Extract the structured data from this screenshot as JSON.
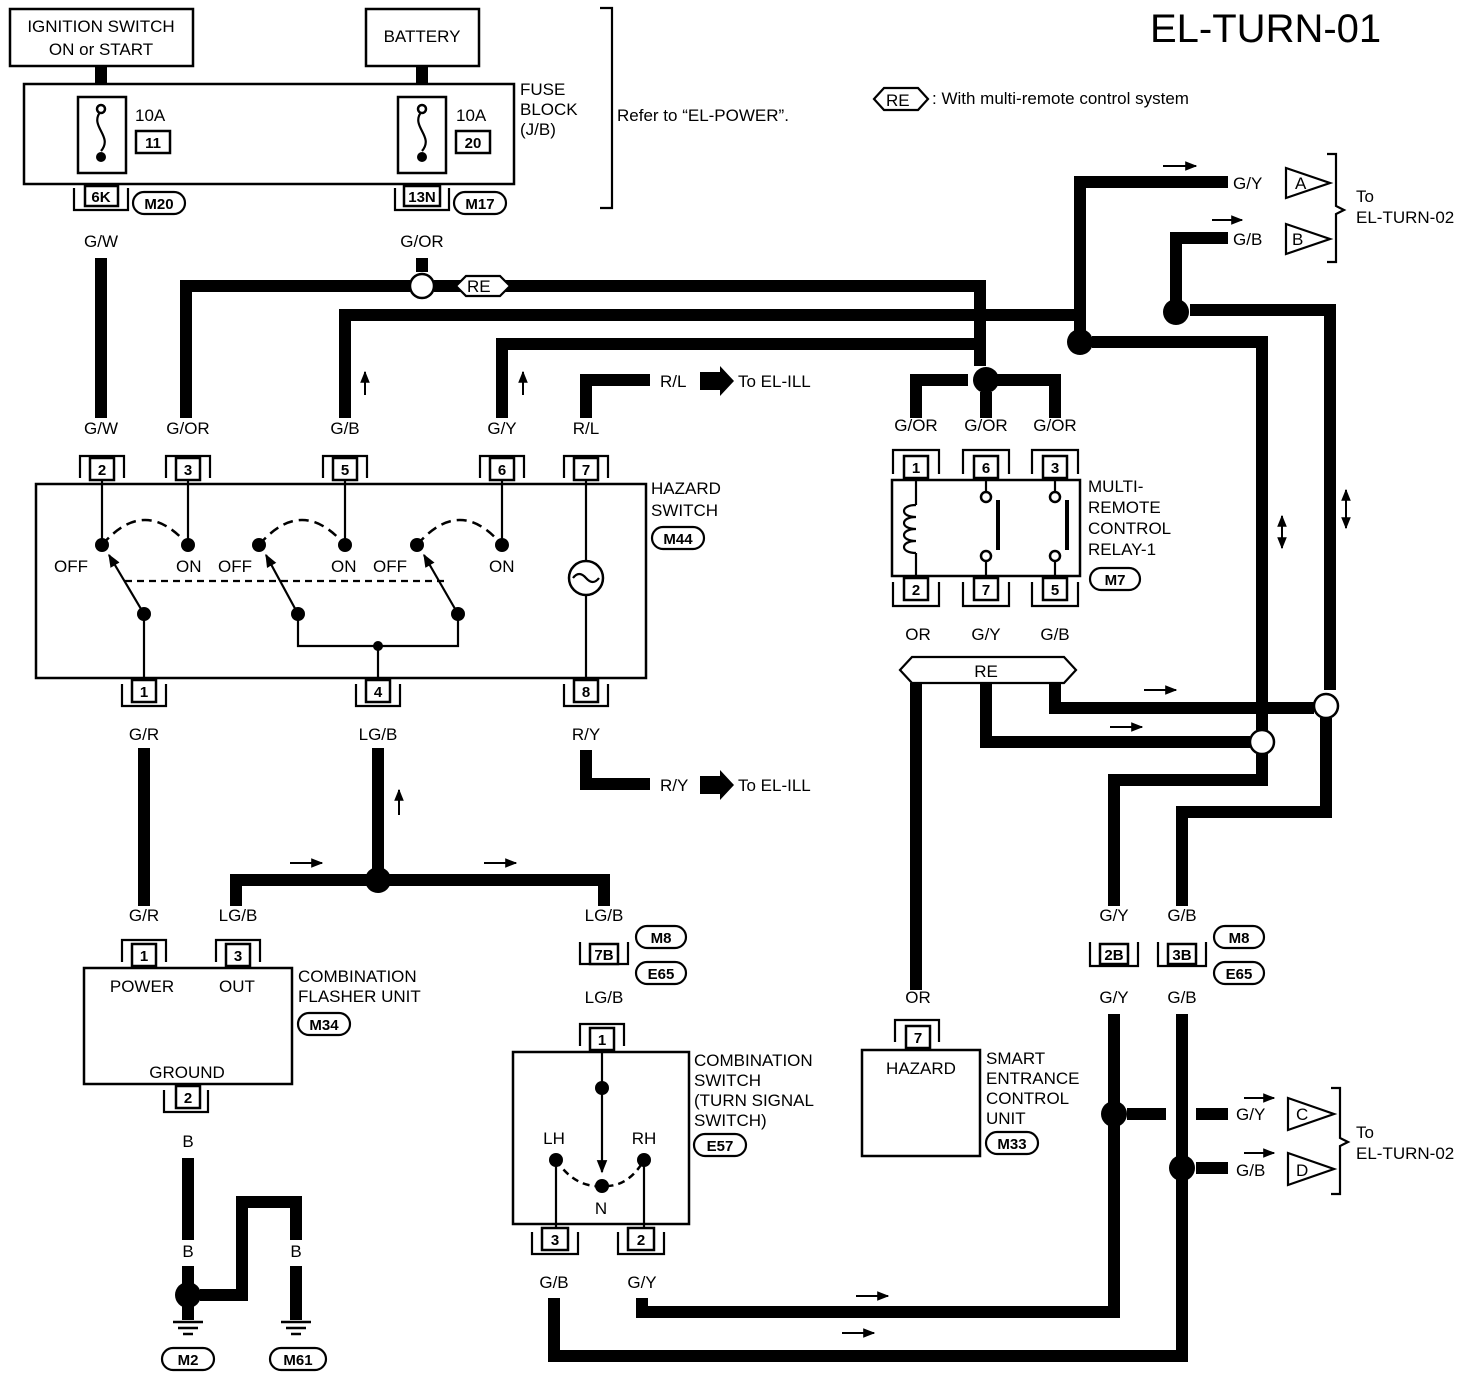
{
  "title": "EL-TURN-01",
  "legend": {
    "tag": "RE",
    "text": ": With multi-remote control system"
  },
  "power": {
    "ignition": [
      "IGNITION SWITCH",
      "ON or START"
    ],
    "battery": "BATTERY"
  },
  "fuse_block": {
    "label": [
      "FUSE",
      "BLOCK",
      "(J/B)"
    ],
    "refer": "Refer to “EL-POWER”.",
    "fuse1": {
      "amps": "10A",
      "num": "11",
      "conn": "6K",
      "ref": "M20",
      "wire": "G/W"
    },
    "fuse2": {
      "amps": "10A",
      "num": "20",
      "conn": "13N",
      "ref": "M17",
      "wire": "G/OR"
    }
  },
  "hazard_switch": {
    "label": [
      "HAZARD",
      "SWITCH"
    ],
    "ref": "M44",
    "top_pins": [
      {
        "pin": "2",
        "wire": "G/W"
      },
      {
        "pin": "3",
        "wire": "G/OR"
      },
      {
        "pin": "5",
        "wire": "G/B"
      },
      {
        "pin": "6",
        "wire": "G/Y"
      },
      {
        "pin": "7",
        "wire": "R/L"
      }
    ],
    "bottom_pins": [
      {
        "pin": "1",
        "wire": "G/R"
      },
      {
        "pin": "4",
        "wire": "LG/B"
      },
      {
        "pin": "8",
        "wire": "R/Y"
      }
    ],
    "positions": {
      "off": "OFF",
      "on": "ON"
    }
  },
  "ill": {
    "top": {
      "wire": "R/L",
      "text": "To EL-ILL"
    },
    "bottom": {
      "wire": "R/Y",
      "text": "To EL-ILL"
    }
  },
  "relay": {
    "label": [
      "MULTI-",
      "REMOTE",
      "CONTROL",
      "RELAY-1"
    ],
    "ref": "M7",
    "top_pins": [
      {
        "pin": "1",
        "wire": "G/OR"
      },
      {
        "pin": "6",
        "wire": "G/OR"
      },
      {
        "pin": "3",
        "wire": "G/OR"
      }
    ],
    "bottom_pins": [
      {
        "pin": "2",
        "wire": "OR"
      },
      {
        "pin": "7",
        "wire": "G/Y"
      },
      {
        "pin": "5",
        "wire": "G/B"
      }
    ],
    "re": "RE"
  },
  "flasher": {
    "label": [
      "COMBINATION",
      "FLASHER UNIT"
    ],
    "ref": "M34",
    "pins": [
      {
        "pin": "1",
        "wire": "G/R",
        "name": "POWER"
      },
      {
        "pin": "3",
        "wire": "LG/B",
        "name": "OUT"
      },
      {
        "pin": "2",
        "wire": "B",
        "name": "GROUND"
      }
    ]
  },
  "combo_switch": {
    "label": [
      "COMBINATION",
      "SWITCH",
      "(TURN SIGNAL",
      "SWITCH)"
    ],
    "ref": "E57",
    "conn": "7B",
    "conn_refs": [
      "M8",
      "E65"
    ],
    "wire": "LG/B",
    "pins": [
      {
        "pin": "1"
      },
      {
        "pin": "3",
        "wire": "G/B"
      },
      {
        "pin": "2",
        "wire": "G/Y"
      }
    ],
    "positions": {
      "lh": "LH",
      "rh": "RH",
      "n": "N"
    }
  },
  "smart_unit": {
    "label": [
      "SMART",
      "ENTRANCE",
      "CONTROL",
      "UNIT"
    ],
    "ref": "M33",
    "pin": "7",
    "wire": "OR",
    "name": "HAZARD"
  },
  "connectors_right": {
    "c2b": {
      "pin": "2B",
      "wire": "G/Y"
    },
    "c3b": {
      "pin": "3B",
      "wire": "G/B"
    },
    "refs": [
      "M8",
      "E65"
    ]
  },
  "outputs": [
    {
      "wire": "G/Y",
      "letter": "A"
    },
    {
      "wire": "G/B",
      "letter": "B"
    },
    {
      "wire": "G/Y",
      "letter": "C"
    },
    {
      "wire": "G/B",
      "letter": "D"
    }
  ],
  "to_turn02": [
    "To",
    "EL-TURN-02"
  ],
  "grounds": {
    "wire": "B",
    "refs": [
      "M2",
      "M61"
    ]
  }
}
